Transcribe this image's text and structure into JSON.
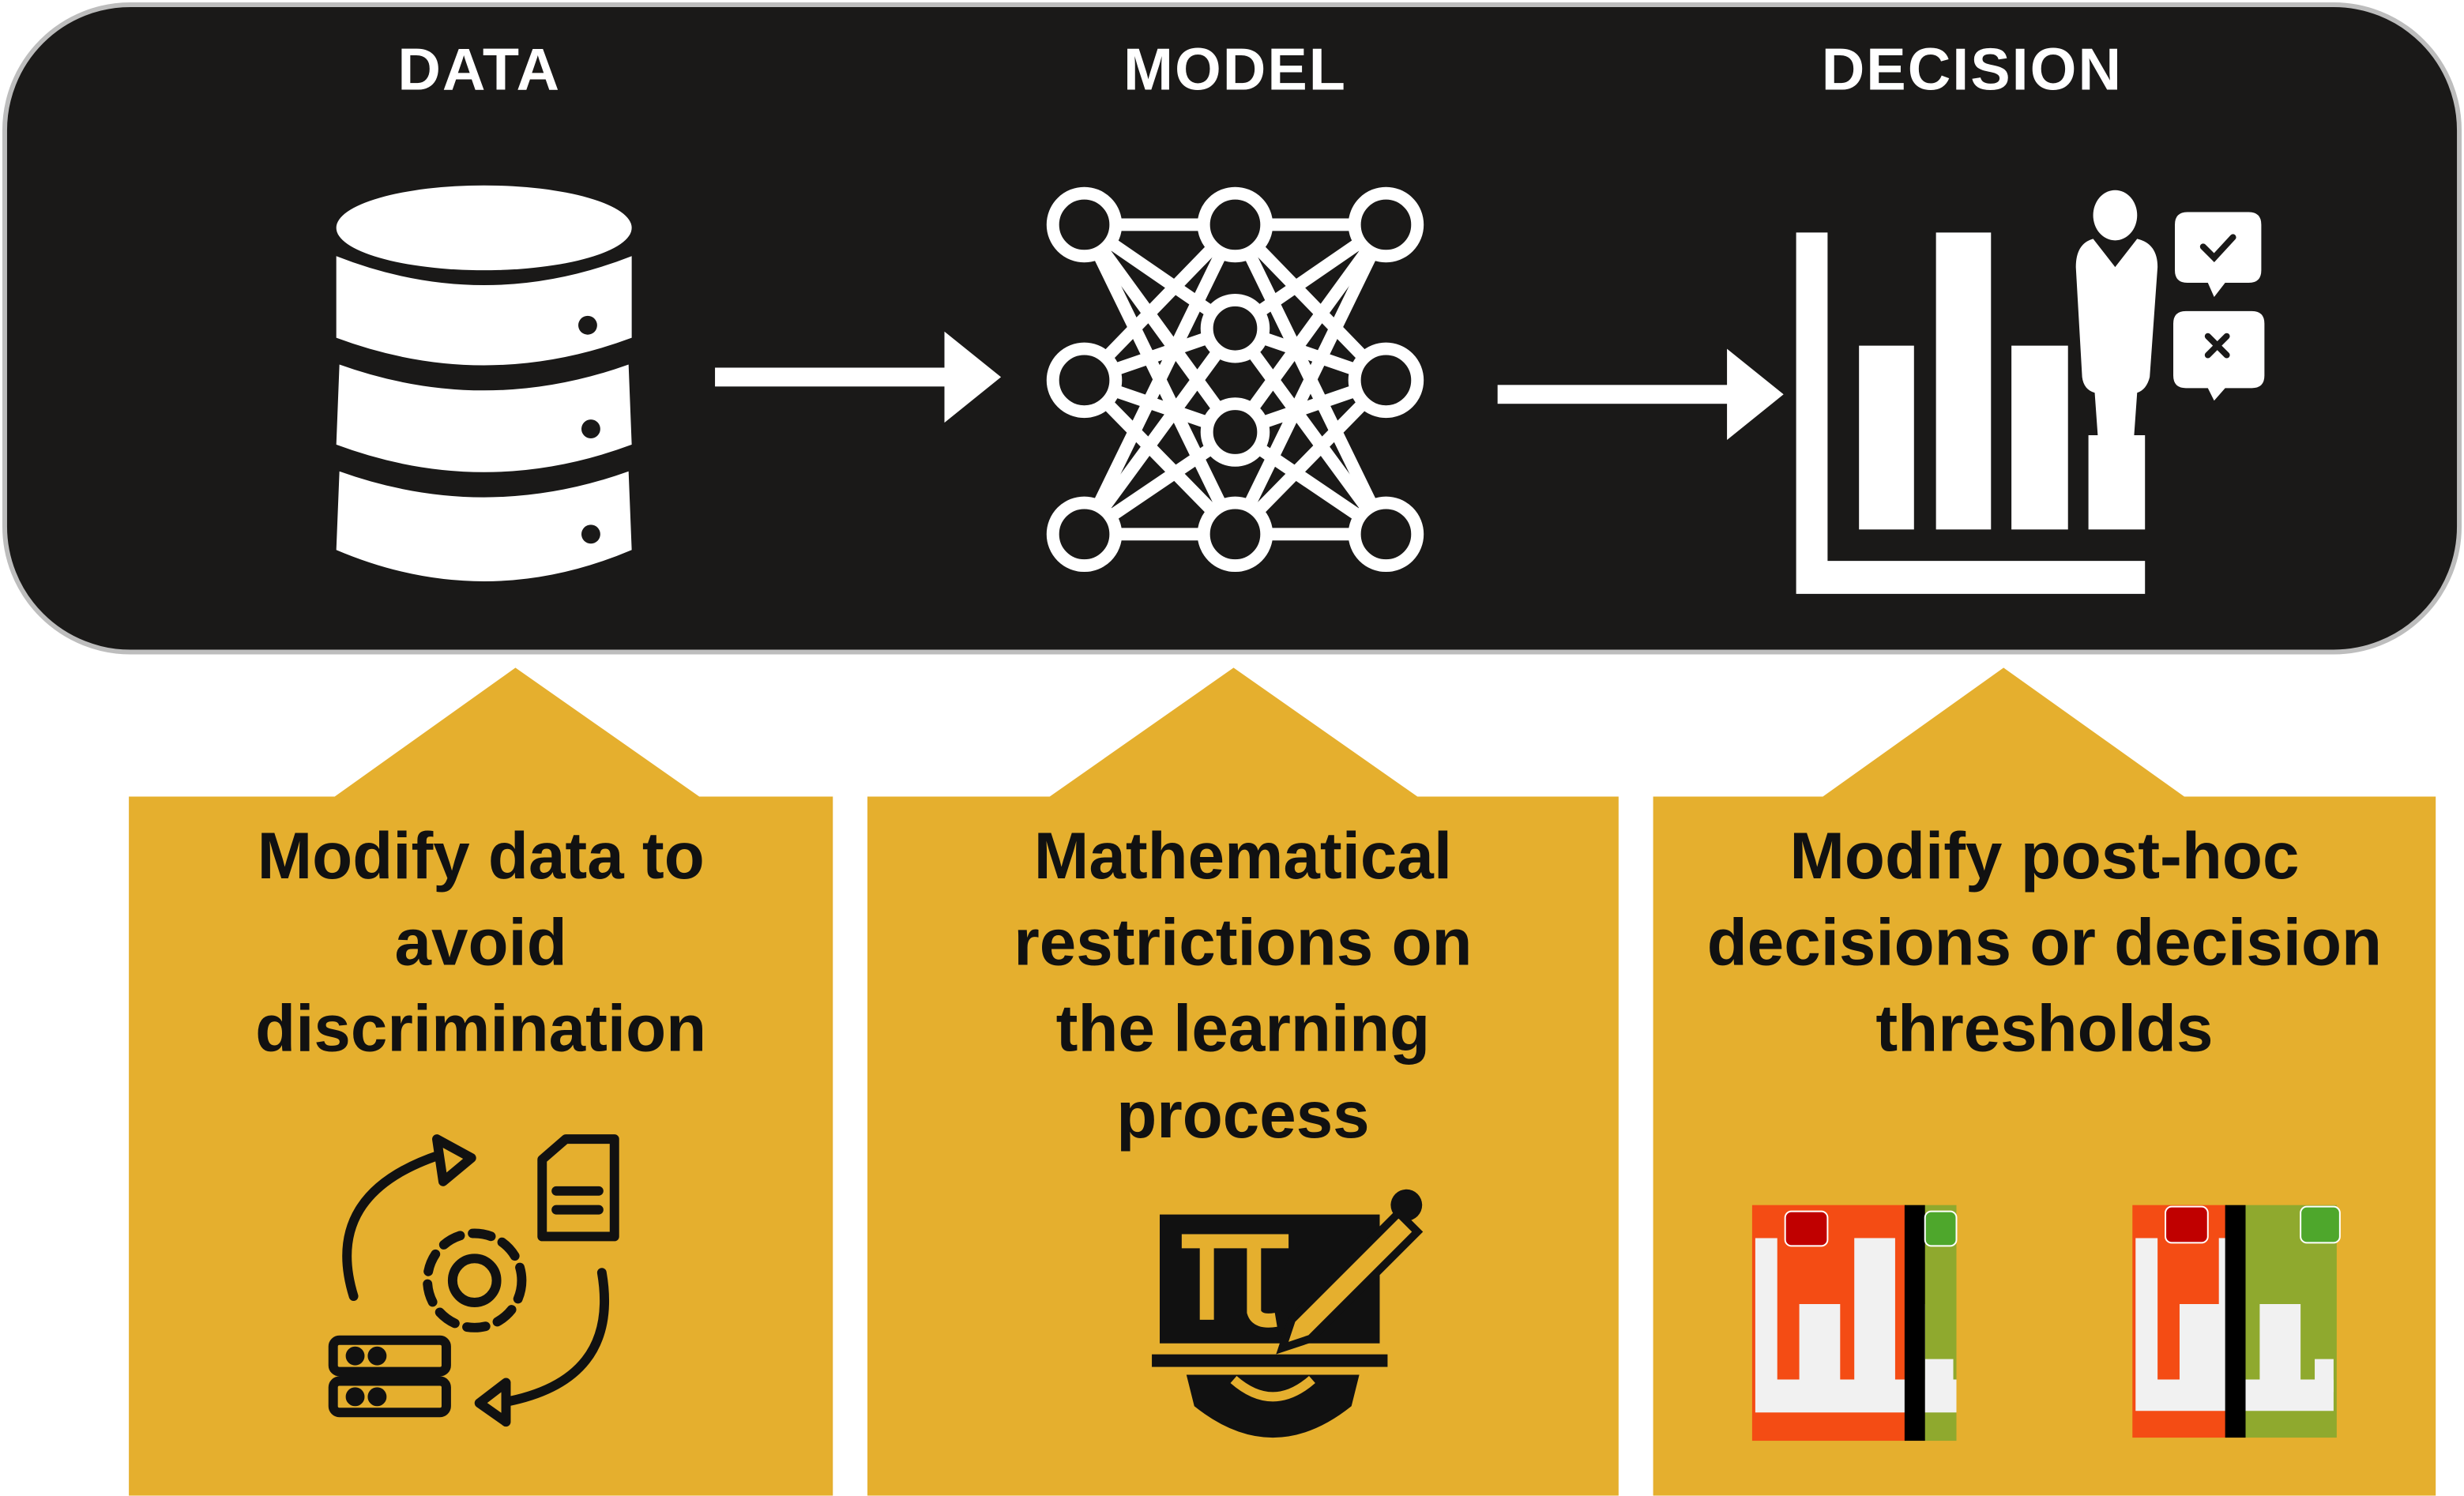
{
  "stages": [
    {
      "heading": "DATA",
      "icon": "database-icon"
    },
    {
      "heading": "MODEL",
      "icon": "neural-network-icon"
    },
    {
      "heading": "DECISION",
      "icon": "decision-chart-icon"
    }
  ],
  "approaches": [
    {
      "text": "Modify data to avoid discrimination",
      "icon": "data-processing-icon"
    },
    {
      "text": "Mathematical restrictions on the learning process",
      "icon": "math-pi-pencil-icon"
    },
    {
      "text": "Modify post-hoc decisions or decision thresholds",
      "icon": "threshold-chart-icon"
    }
  ],
  "colors": {
    "panel": "#1a1918",
    "gold": "#e5af2e",
    "reject": "#f44c14",
    "accept": "#8fa92e",
    "black": "#000000"
  }
}
